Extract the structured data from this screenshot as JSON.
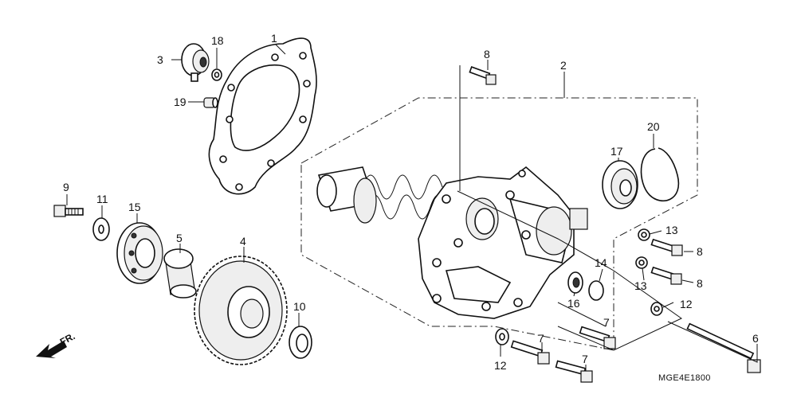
{
  "diagram_code": "MGE4E1800",
  "direction_label": "FR.",
  "callouts": {
    "c1": "1",
    "c2": "2",
    "c3": "3",
    "c4": "4",
    "c5": "5",
    "c6": "6",
    "c7a": "7",
    "c7b": "7",
    "c7c": "7",
    "c8a": "8",
    "c8b": "8",
    "c8c": "8",
    "c9": "9",
    "c10": "10",
    "c11": "11",
    "c12a": "12",
    "c12b": "12",
    "c13a": "13",
    "c13b": "13",
    "c14": "14",
    "c15": "15",
    "c16": "16",
    "c17": "17",
    "c18": "18",
    "c19": "19",
    "c20": "20"
  }
}
